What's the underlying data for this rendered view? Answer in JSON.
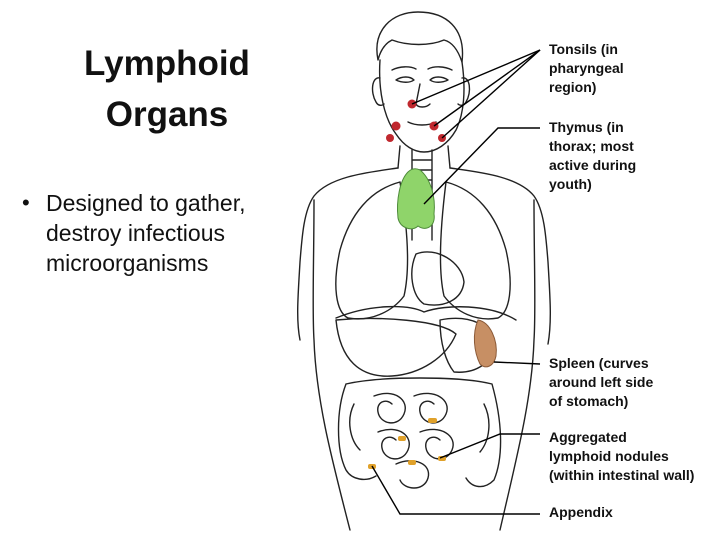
{
  "slide": {
    "title_lines": [
      "Lymphoid",
      "Organs"
    ],
    "bullet": "Designed to gather, destroy infectious microorganisms",
    "bullet_lines": [
      "Designed to gather,",
      "destroy infectious",
      "microorganisms"
    ]
  },
  "diagram": {
    "labels": {
      "tonsils": [
        "Tonsils (in",
        "pharyngeal",
        "region)"
      ],
      "thymus": [
        "Thymus (in",
        "thorax; most",
        "active during",
        "youth)"
      ],
      "spleen": [
        "Spleen (curves",
        "around left side",
        "of stomach)"
      ],
      "nodules": [
        "Aggregated",
        "lymphoid nodules",
        "(within intestinal wall)"
      ],
      "appendix": [
        "Appendix"
      ]
    },
    "colors": {
      "tonsil": "#c0282e",
      "thymus": "#8fd46a",
      "spleen": "#c78f64",
      "nodules": "#e0a12a",
      "outline": "#222222",
      "leader": "#000000"
    }
  }
}
